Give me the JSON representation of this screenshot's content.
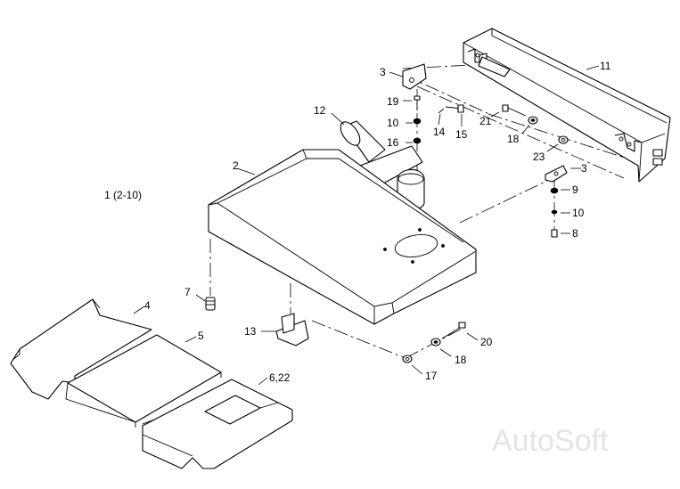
{
  "assembly_label": "1 (2-10)",
  "watermark": "AutoSoft",
  "callouts": {
    "p2": "2",
    "p3a": "3",
    "p3b": "3",
    "p4": "4",
    "p5": "5",
    "p622": "6,22",
    "p7": "7",
    "p8": "8",
    "p9": "9",
    "p10a": "10",
    "p10b": "10",
    "p11": "11",
    "p12": "12",
    "p13": "13",
    "p14": "14",
    "p15": "15",
    "p16": "16",
    "p17": "17",
    "p18a": "18",
    "p18b": "18",
    "p19": "19",
    "p20": "20",
    "p21": "21",
    "p23": "23"
  }
}
